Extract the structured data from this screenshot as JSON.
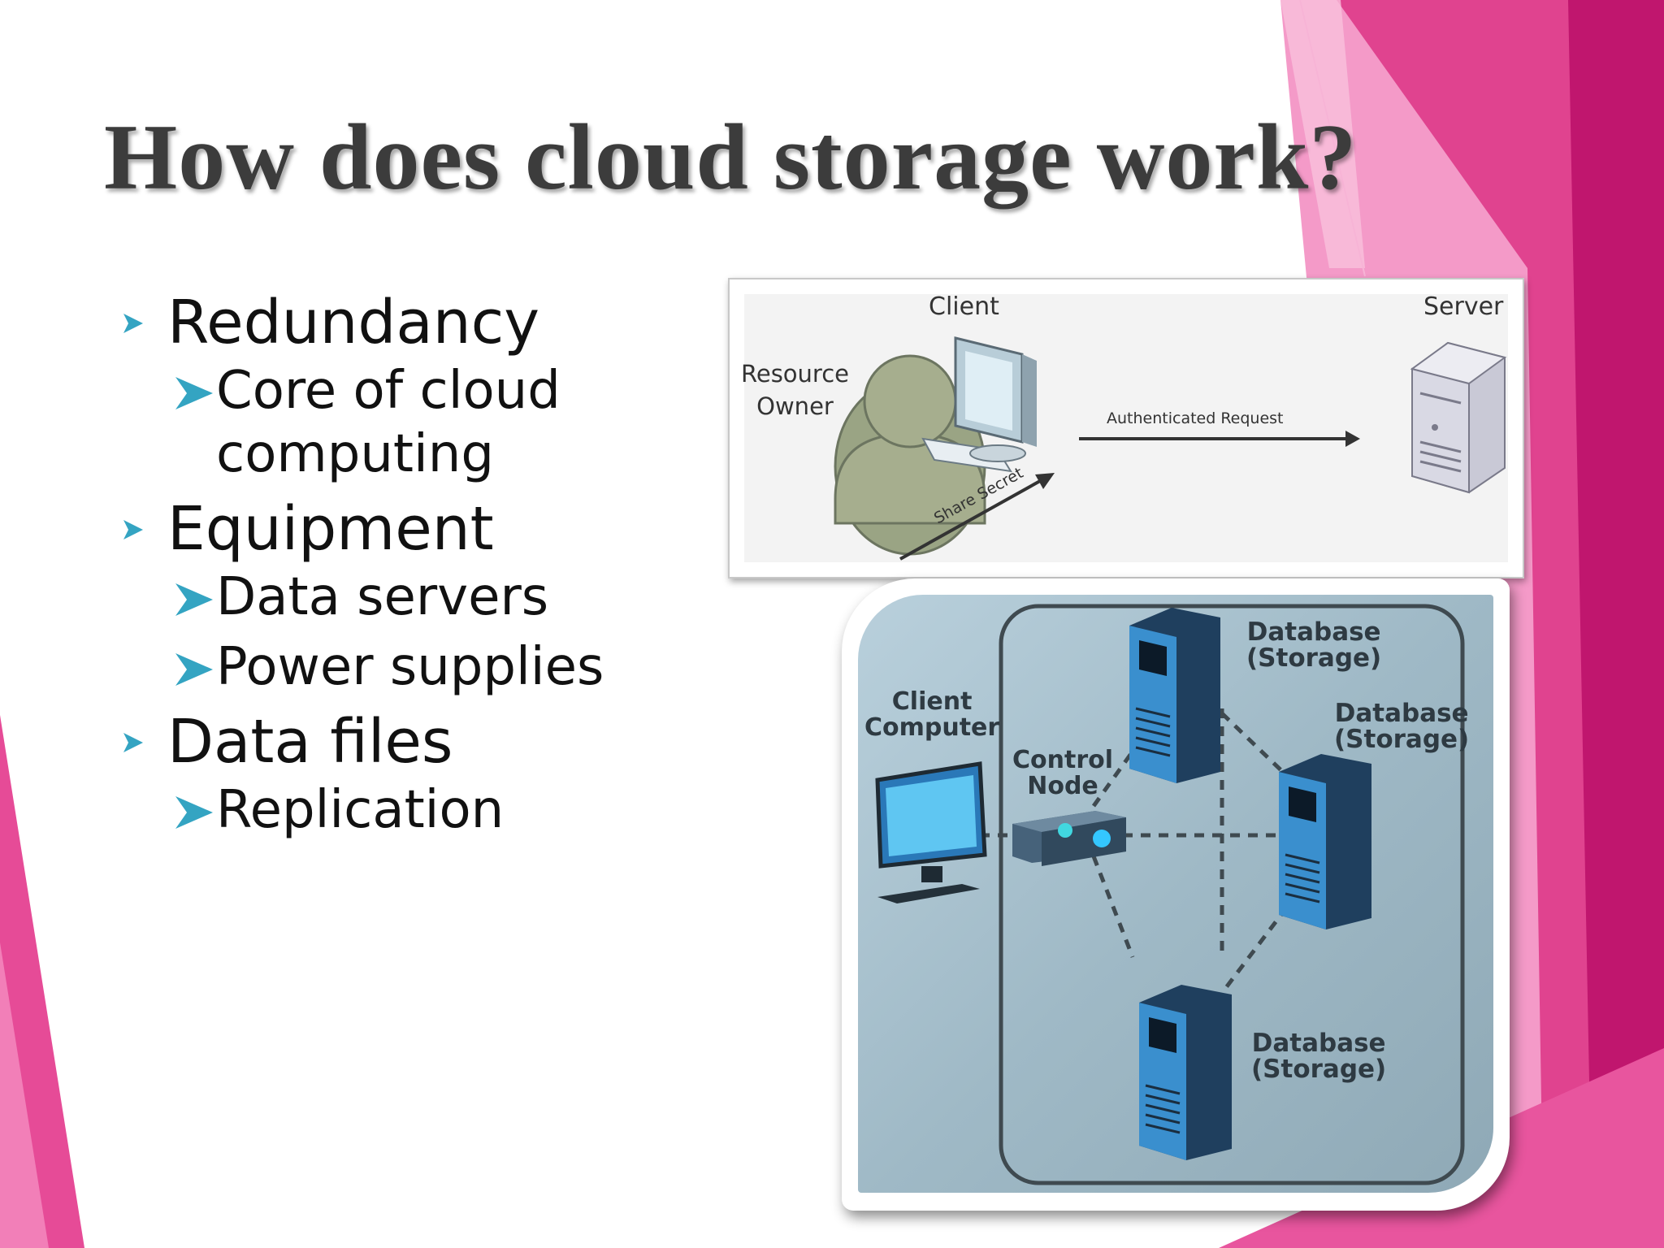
{
  "slide": {
    "title": "How does cloud storage work?",
    "bullets": [
      {
        "text": "Redundancy",
        "children": [
          "Core of cloud computing"
        ]
      },
      {
        "text": "Equipment",
        "children": [
          "Data servers",
          "Power supplies"
        ]
      },
      {
        "text": "Data files",
        "children": [
          "Replication"
        ]
      }
    ]
  },
  "figure_auth": {
    "client_label": "Client",
    "server_label": "Server",
    "resource_owner_label": "Resource\nOwner",
    "request_label": "Authenticated Request",
    "secret_label": "Share Secret"
  },
  "figure_storage": {
    "client_label": "Client\nComputer",
    "control_label": "Control\nNode",
    "db_label_1": "Database\n(Storage)",
    "db_label_2": "Database\n(Storage)",
    "db_label_3": "Database\n(Storage)"
  },
  "colors": {
    "accent_pink": "#e0438f",
    "deep_pink": "#c0166e",
    "light_pink": "#f49ac8",
    "bullet_teal": "#34a4c2"
  }
}
